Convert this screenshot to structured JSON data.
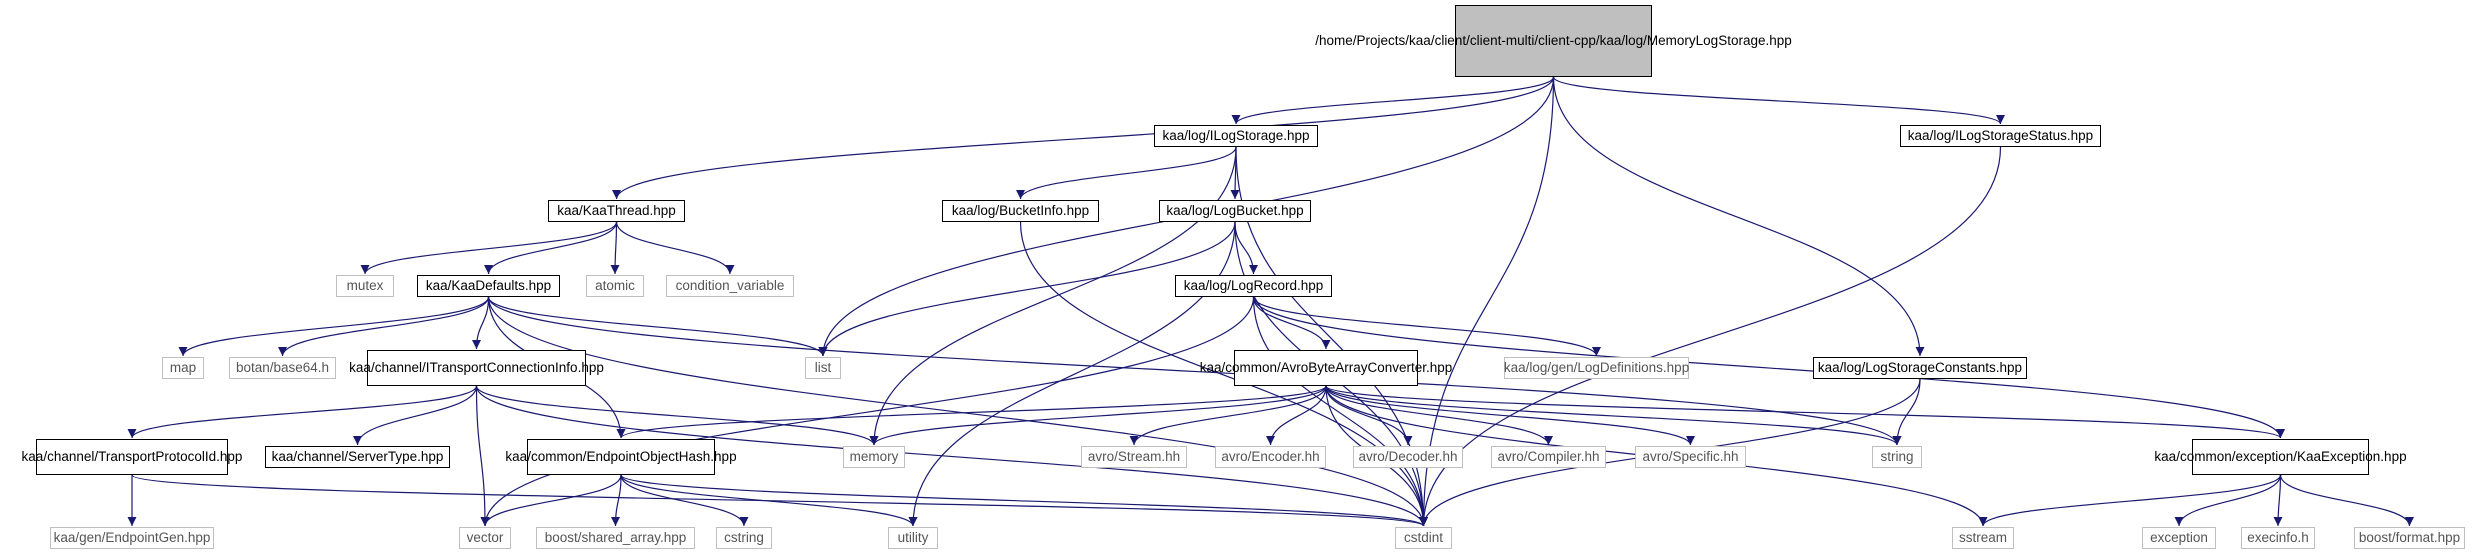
{
  "colors": {
    "edge": "#191970",
    "root_fill": "#bfbfbf",
    "ext_border": "#bfbfbf",
    "node_border": "#000000"
  },
  "nodes": [
    {
      "id": "root",
      "label": "/home/Projects/kaa\n/client/client-multi\n/client-cpp/kaa/log/MemoryLog\nStorage.hpp",
      "kind": "root"
    },
    {
      "id": "ILogStorage",
      "label": "kaa/log/ILogStorage.hpp",
      "kind": "header"
    },
    {
      "id": "ILogStorageStatus",
      "label": "kaa/log/ILogStorageStatus.hpp",
      "kind": "header"
    },
    {
      "id": "KaaThread",
      "label": "kaa/KaaThread.hpp",
      "kind": "header"
    },
    {
      "id": "BucketInfo",
      "label": "kaa/log/BucketInfo.hpp",
      "kind": "header"
    },
    {
      "id": "LogBucket",
      "label": "kaa/log/LogBucket.hpp",
      "kind": "header"
    },
    {
      "id": "mutex",
      "label": "mutex",
      "kind": "ext"
    },
    {
      "id": "KaaDefaults",
      "label": "kaa/KaaDefaults.hpp",
      "kind": "header"
    },
    {
      "id": "atomic",
      "label": "atomic",
      "kind": "ext"
    },
    {
      "id": "condition_variable",
      "label": "condition_variable",
      "kind": "ext"
    },
    {
      "id": "LogRecord",
      "label": "kaa/log/LogRecord.hpp",
      "kind": "header"
    },
    {
      "id": "map",
      "label": "map",
      "kind": "ext"
    },
    {
      "id": "botan",
      "label": "botan/base64.h",
      "kind": "ext"
    },
    {
      "id": "ITransportConnectionInfo",
      "label": "kaa/channel/ITransportConnection\nInfo.hpp",
      "kind": "header"
    },
    {
      "id": "list",
      "label": "list",
      "kind": "ext"
    },
    {
      "id": "AvroByteArrayConverter",
      "label": "kaa/common/AvroByteArray\nConverter.hpp",
      "kind": "header"
    },
    {
      "id": "LogDefinitions",
      "label": "kaa/log/gen/LogDefinitions.hpp",
      "kind": "ext"
    },
    {
      "id": "LogStorageConstants",
      "label": "kaa/log/LogStorageConstants.hpp",
      "kind": "header"
    },
    {
      "id": "TransportProtocolId",
      "label": "kaa/channel/TransportProtocol\nId.hpp",
      "kind": "header"
    },
    {
      "id": "ServerType",
      "label": "kaa/channel/ServerType.hpp",
      "kind": "header"
    },
    {
      "id": "EndpointObjectHash",
      "label": "kaa/common/EndpointObject\nHash.hpp",
      "kind": "header"
    },
    {
      "id": "memory",
      "label": "memory",
      "kind": "ext"
    },
    {
      "id": "avroStream",
      "label": "avro/Stream.hh",
      "kind": "ext"
    },
    {
      "id": "avroEncoder",
      "label": "avro/Encoder.hh",
      "kind": "ext"
    },
    {
      "id": "avroDecoder",
      "label": "avro/Decoder.hh",
      "kind": "ext"
    },
    {
      "id": "avroCompiler",
      "label": "avro/Compiler.hh",
      "kind": "ext"
    },
    {
      "id": "avroSpecific",
      "label": "avro/Specific.hh",
      "kind": "ext"
    },
    {
      "id": "string",
      "label": "string",
      "kind": "ext"
    },
    {
      "id": "KaaException",
      "label": "kaa/common/exception\n/KaaException.hpp",
      "kind": "header"
    },
    {
      "id": "EndpointGen",
      "label": "kaa/gen/EndpointGen.hpp",
      "kind": "ext"
    },
    {
      "id": "vector",
      "label": "vector",
      "kind": "ext"
    },
    {
      "id": "shared_array",
      "label": "boost/shared_array.hpp",
      "kind": "ext"
    },
    {
      "id": "cstring",
      "label": "cstring",
      "kind": "ext"
    },
    {
      "id": "utility",
      "label": "utility",
      "kind": "ext"
    },
    {
      "id": "cstdint",
      "label": "cstdint",
      "kind": "ext"
    },
    {
      "id": "sstream",
      "label": "sstream",
      "kind": "ext"
    },
    {
      "id": "exception",
      "label": "exception",
      "kind": "ext"
    },
    {
      "id": "execinfo",
      "label": "execinfo.h",
      "kind": "ext"
    },
    {
      "id": "boostformat",
      "label": "boost/format.hpp",
      "kind": "ext"
    }
  ],
  "edges": [
    [
      "root",
      "ILogStorage"
    ],
    [
      "root",
      "ILogStorageStatus"
    ],
    [
      "root",
      "KaaThread"
    ],
    [
      "root",
      "list"
    ],
    [
      "root",
      "LogStorageConstants"
    ],
    [
      "root",
      "cstdint"
    ],
    [
      "ILogStorage",
      "BucketInfo"
    ],
    [
      "ILogStorage",
      "LogBucket"
    ],
    [
      "ILogStorage",
      "memory"
    ],
    [
      "ILogStorage",
      "cstdint"
    ],
    [
      "ILogStorageStatus",
      "cstdint"
    ],
    [
      "KaaThread",
      "mutex"
    ],
    [
      "KaaThread",
      "KaaDefaults"
    ],
    [
      "KaaThread",
      "atomic"
    ],
    [
      "KaaThread",
      "condition_variable"
    ],
    [
      "BucketInfo",
      "cstdint"
    ],
    [
      "LogBucket",
      "LogRecord"
    ],
    [
      "LogBucket",
      "list"
    ],
    [
      "LogBucket",
      "utility"
    ],
    [
      "LogBucket",
      "cstdint"
    ],
    [
      "KaaDefaults",
      "map"
    ],
    [
      "KaaDefaults",
      "botan"
    ],
    [
      "KaaDefaults",
      "ITransportConnectionInfo"
    ],
    [
      "KaaDefaults",
      "list"
    ],
    [
      "KaaDefaults",
      "EndpointObjectHash"
    ],
    [
      "KaaDefaults",
      "string"
    ],
    [
      "KaaDefaults",
      "cstdint"
    ],
    [
      "LogRecord",
      "AvroByteArrayConverter"
    ],
    [
      "LogRecord",
      "LogDefinitions"
    ],
    [
      "LogRecord",
      "KaaException"
    ],
    [
      "LogRecord",
      "vector"
    ],
    [
      "LogRecord",
      "cstdint"
    ],
    [
      "ITransportConnectionInfo",
      "TransportProtocolId"
    ],
    [
      "ITransportConnectionInfo",
      "ServerType"
    ],
    [
      "ITransportConnectionInfo",
      "memory"
    ],
    [
      "ITransportConnectionInfo",
      "vector"
    ],
    [
      "ITransportConnectionInfo",
      "cstdint"
    ],
    [
      "AvroByteArrayConverter",
      "memory"
    ],
    [
      "AvroByteArrayConverter",
      "avroStream"
    ],
    [
      "AvroByteArrayConverter",
      "avroEncoder"
    ],
    [
      "AvroByteArrayConverter",
      "avroDecoder"
    ],
    [
      "AvroByteArrayConverter",
      "avroCompiler"
    ],
    [
      "AvroByteArrayConverter",
      "avroSpecific"
    ],
    [
      "AvroByteArrayConverter",
      "string"
    ],
    [
      "AvroByteArrayConverter",
      "sstream"
    ],
    [
      "AvroByteArrayConverter",
      "KaaException"
    ],
    [
      "AvroByteArrayConverter",
      "EndpointObjectHash"
    ],
    [
      "AvroByteArrayConverter",
      "cstdint"
    ],
    [
      "LogStorageConstants",
      "string"
    ],
    [
      "LogStorageConstants",
      "cstdint"
    ],
    [
      "TransportProtocolId",
      "EndpointGen"
    ],
    [
      "TransportProtocolId",
      "cstdint"
    ],
    [
      "EndpointObjectHash",
      "vector"
    ],
    [
      "EndpointObjectHash",
      "shared_array"
    ],
    [
      "EndpointObjectHash",
      "cstring"
    ],
    [
      "EndpointObjectHash",
      "utility"
    ],
    [
      "EndpointObjectHash",
      "cstdint"
    ],
    [
      "KaaException",
      "sstream"
    ],
    [
      "KaaException",
      "exception"
    ],
    [
      "KaaException",
      "execinfo"
    ],
    [
      "KaaException",
      "boostformat"
    ]
  ]
}
